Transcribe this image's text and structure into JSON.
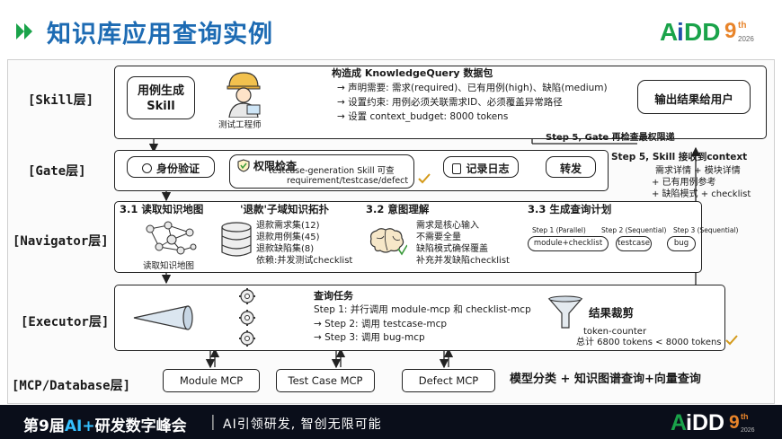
{
  "header": {
    "title": "知识库应用查询实例"
  },
  "logo": {
    "text": "AiDD",
    "edition": "9",
    "edition_sup": "th",
    "year": "2026"
  },
  "layers": {
    "skill": "[Skill层]",
    "gate": "[Gate层]",
    "navigator": "[Navigator层]",
    "executor": "[Executor层]",
    "mcp": "[MCP/Database层]"
  },
  "skill": {
    "box_line1": "用例生成",
    "box_line2": "Skill",
    "engineer_caption": "测试工程师",
    "query_title": "构造成 KnowledgeQuery 数据包",
    "query_lines": [
      "→ 声明需要: 需求(required)、已有用例(high)、缺陷(medium)",
      "→ 设置约束: 用例必须关联需求ID、必须覆盖异常路径",
      "→ 设置 context_budget: 8000 tokens"
    ],
    "output_box": "输出结果给用户",
    "step5_gate": "Step 5, Gate 再检查最权限递"
  },
  "gate": {
    "auth": "身份验证",
    "permission": "权限检查",
    "permission_detail_1": "testcase-generation Skill 可查",
    "permission_detail_2": "requirement/testcase/defect",
    "log": "记录日志",
    "forward": "转发",
    "step5_skill": "Step 5, Skill 接收到context",
    "context_lines": [
      "需求详情 + 模块详情",
      "+ 已有用例参考",
      "+ 缺陷模式 + checklist"
    ]
  },
  "navigator": {
    "s31_title": "3.1 读取知识地图",
    "s31_caption": "读取知识地图",
    "expand_title": "'退款'子域知识拓扑",
    "expand_lines": [
      "退款需求集(12)",
      "退款用例集(45)",
      "退款缺陷集(8)",
      "依赖:并发测试checklist"
    ],
    "s32_title": "3.2 意图理解",
    "s32_lines": [
      "需求是核心输入",
      "不需要全量",
      "缺陷模式确保覆盖",
      "补充并发缺陷checklist"
    ],
    "s33_title": "3.3 生成查询计划",
    "s33_steps": [
      "Step 1 (Parallel)",
      "Step 2 (Sequential)",
      "Step 3 (Sequential)"
    ],
    "s33_nodes": [
      "module+checklist",
      "testcase",
      "bug"
    ]
  },
  "executor": {
    "task_title": "查询任务",
    "task_lines": [
      "Step 1: 并行调用 module-mcp 和 checklist-mcp",
      "→ Step 2: 调用 testcase-mcp",
      "→ Step 3: 调用 bug-mcp"
    ],
    "trim_title": "结果裁剪",
    "counter_label": "token-counter",
    "counter_total": "总计 6800 tokens < 8000 tokens"
  },
  "mcp": {
    "module": "Module MCP",
    "testcase": "Test Case MCP",
    "defect": "Defect MCP",
    "summary": "模型分类 + 知识图谱查询+向量查询"
  },
  "footer": {
    "conference_prefix": "第9届",
    "conference_ai": "AI+",
    "conference_suffix": "研发数字峰会",
    "separator": "|",
    "slogan": "AI引领研发, 智创无限可能"
  },
  "colors": {
    "title_blue": "#1d6bb3",
    "logo_green": "#1aa34a",
    "logo_blue": "#1f4fa8",
    "logo_orange": "#e8842a",
    "footer_bg": "#0a0e1a",
    "check_green": "#3a9a3a",
    "check_gold": "#d49a1a"
  },
  "icons": [
    "play-arrow-icon",
    "engineer-icon",
    "user-icon",
    "shield-check-icon",
    "log-icon",
    "graph-icon",
    "database-icon",
    "brain-icon",
    "funnel-icon",
    "gear-icon",
    "checkmark-icon"
  ]
}
